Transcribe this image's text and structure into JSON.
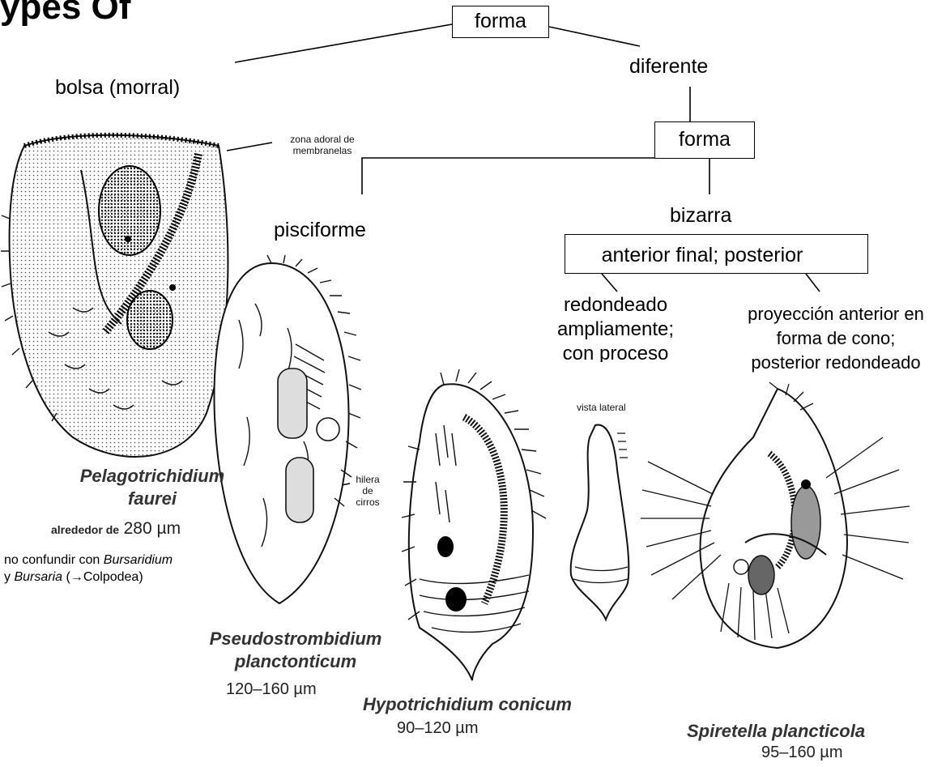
{
  "heading": "ypes Of",
  "tree": {
    "root_box": "forma",
    "left_branch": "bolsa (morral)",
    "right_branch": "diferente",
    "second_box": "forma",
    "pisciform": "pisciforme",
    "bizarre": "bizarra",
    "third_box": "anterior final; posterior",
    "rounded": [
      "redondeado",
      "ampliamente;",
      "con proceso"
    ],
    "cone": [
      "proyección anterior en",
      "forma de cono;",
      "posterior redondeado"
    ]
  },
  "annotations": {
    "adoral": [
      "zona adoral de",
      "membranelas"
    ],
    "cirri_row": [
      "hilera",
      "de",
      "cirros"
    ],
    "lateral_view": "vista lateral"
  },
  "species": [
    {
      "name_line1": "Pelagotrichidium",
      "name_line2": "faurei",
      "size_prefix": "alrededor de",
      "size": "280 µm"
    },
    {
      "name_line1": "Pseudostrombidium",
      "name_line2": "planctonticum",
      "size": "120–160 µm"
    },
    {
      "name_line1": "Hypotrichidium conicum",
      "size": "90–120 µm"
    },
    {
      "name_line1": "Spiretella plancticola",
      "size": "95–160 µm"
    }
  ],
  "note": {
    "line1_prefix": "no confundir con",
    "line1_italic": "Bursaridium",
    "line2_prefix": "y",
    "line2_italic": "Bursaria",
    "line2_suffix": "(→Colpodea)"
  }
}
